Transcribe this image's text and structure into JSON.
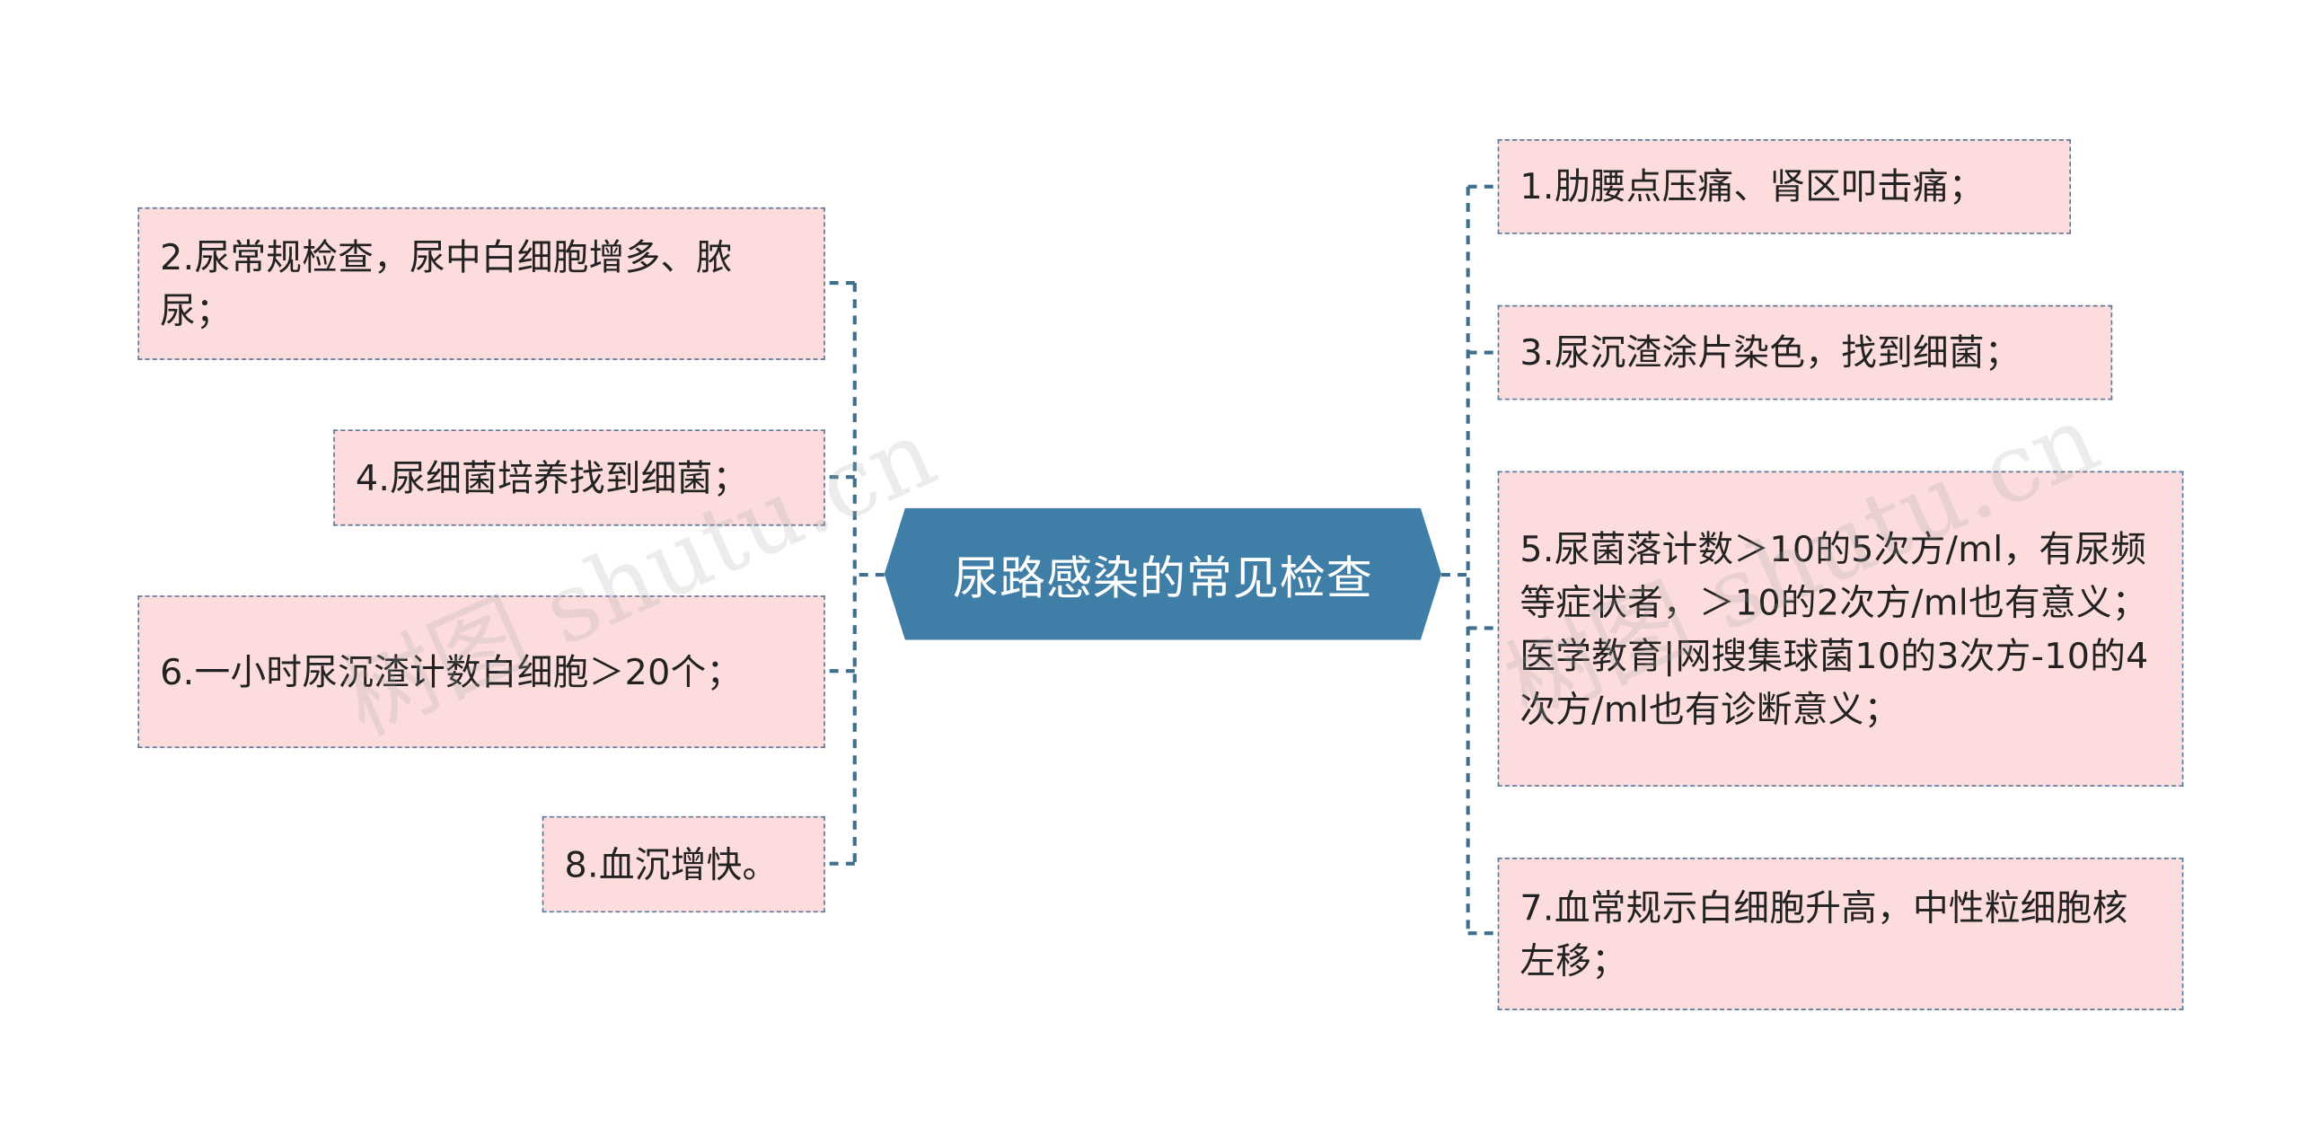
{
  "root": {
    "label": "尿路感染的常见检查",
    "fill_color": "#3f7fa7"
  },
  "left_nodes": [
    {
      "id": "n2",
      "text": "2.尿常规检查，尿中白细胞增多、脓尿；"
    },
    {
      "id": "n4",
      "text": "4.尿细菌培养找到细菌；"
    },
    {
      "id": "n6",
      "text": "6.一小时尿沉渣计数白细胞＞20个；"
    },
    {
      "id": "n8",
      "text": "8.血沉增快。"
    }
  ],
  "right_nodes": [
    {
      "id": "n1",
      "text": "1.肋腰点压痛、肾区叩击痛；"
    },
    {
      "id": "n3",
      "text": "3.尿沉渣涂片染色，找到细菌；"
    },
    {
      "id": "n5",
      "text": "5.尿菌落计数＞10的5次方/ml，有尿频等症状者，＞10的2次方/ml也有意义；医学教育|网搜集球菌10的3次方-10的4次方/ml也有诊断意义；"
    },
    {
      "id": "n7",
      "text": "7.血常规示白细胞升高，中性粒细胞核左移；"
    }
  ],
  "watermarks": [
    "树图 shutu.cn",
    "树图 shutu.cn"
  ],
  "colors": {
    "leaf_fill": "#fcdcdc",
    "leaf_border": "#5a7a9a",
    "connector": "#3f6f8f"
  }
}
